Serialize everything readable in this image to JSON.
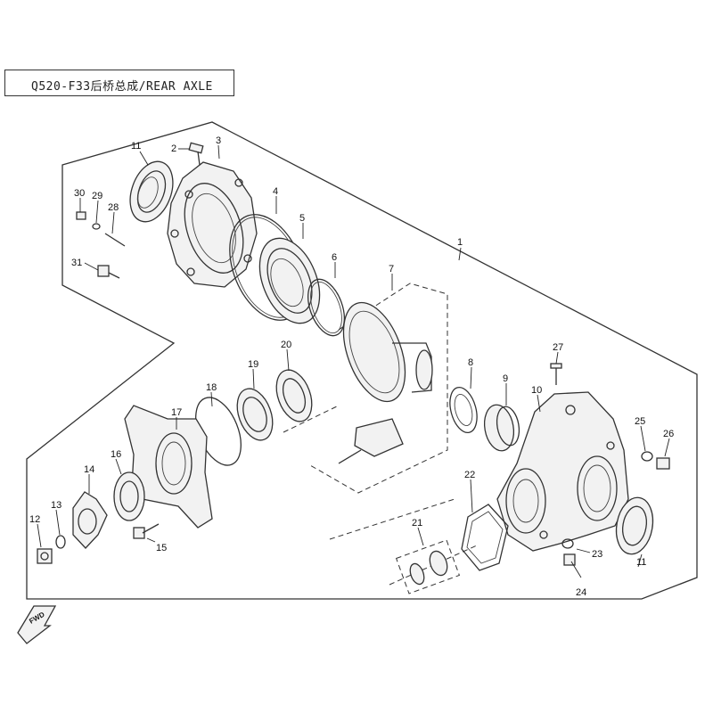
{
  "title": "Q520-F33后桥总成/REAR AXLE",
  "fwd_label": "FWD",
  "callouts": [
    "1",
    "2",
    "3",
    "4",
    "5",
    "6",
    "7",
    "8",
    "9",
    "10",
    "11",
    "11",
    "12",
    "13",
    "14",
    "15",
    "16",
    "17",
    "18",
    "19",
    "20",
    "21",
    "22",
    "23",
    "24",
    "25",
    "26",
    "27",
    "28",
    "29",
    "30",
    "31"
  ]
}
